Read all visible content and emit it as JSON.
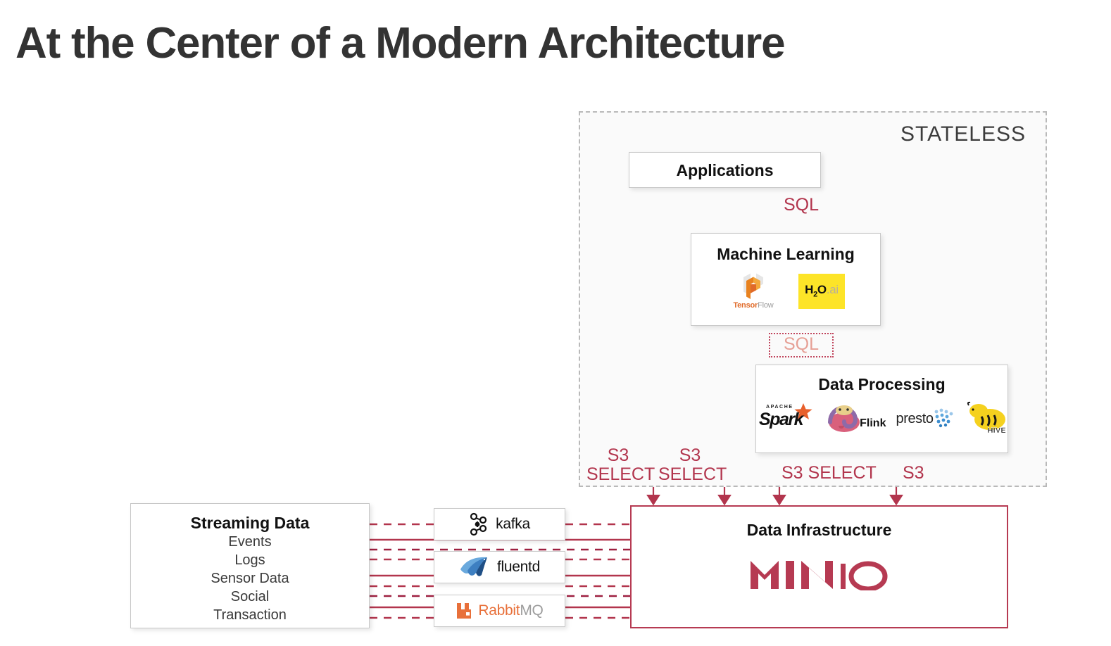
{
  "title": "At the Center of a Modern Architecture",
  "colors": {
    "accent_red": "#b2354d",
    "minio_red": "#b63a52",
    "stateless_border": "#b9b9b9",
    "node_border": "#c8c8c8",
    "h2o_yellow": "#fde428",
    "rabbitmq_orange": "#e8703a",
    "tensorflow_orange": "#e06a28",
    "title_gray": "#333333"
  },
  "stateless": {
    "label": "STATELESS",
    "nodes": {
      "applications": {
        "title": "Applications"
      },
      "machine_learning": {
        "title": "Machine Learning",
        "logos": [
          {
            "name": "tensorflow-logo",
            "wordmark_bold": "Tensor",
            "wordmark_light": "Flow"
          },
          {
            "name": "h2oai-logo",
            "main": "H",
            "sub": "2",
            "main2": "O",
            "suffix": ".ai"
          }
        ]
      },
      "data_processing": {
        "title": "Data Processing",
        "logos": [
          {
            "name": "apache-spark-logo",
            "top": "APACHE",
            "word": "Spark"
          },
          {
            "name": "apache-flink-logo",
            "word": "Flink"
          },
          {
            "name": "presto-logo",
            "word": "presto"
          },
          {
            "name": "apache-hive-logo",
            "word": "HIVE"
          }
        ]
      }
    }
  },
  "arrow_labels": {
    "sql_applications_to_ml": "SQL",
    "sql_ml_to_dataprocessing": "SQL",
    "s3_select_1": "S3\nSELECT",
    "s3_select_2": "S3\nSELECT",
    "s3_select_3": "S3 SELECT",
    "s3_4": "S3"
  },
  "streaming": {
    "title": "Streaming Data",
    "items": [
      "Events",
      "Logs",
      "Sensor Data",
      "Social",
      "Transaction"
    ]
  },
  "middleware": [
    {
      "name": "kafka-box",
      "word": "kafka"
    },
    {
      "name": "fluentd-box",
      "word": "fluentd"
    },
    {
      "name": "rabbitmq-box",
      "word_bold": "Rabbit",
      "word_light": "MQ"
    }
  ],
  "data_infrastructure": {
    "title": "Data Infrastructure",
    "logo": "MINIO"
  }
}
